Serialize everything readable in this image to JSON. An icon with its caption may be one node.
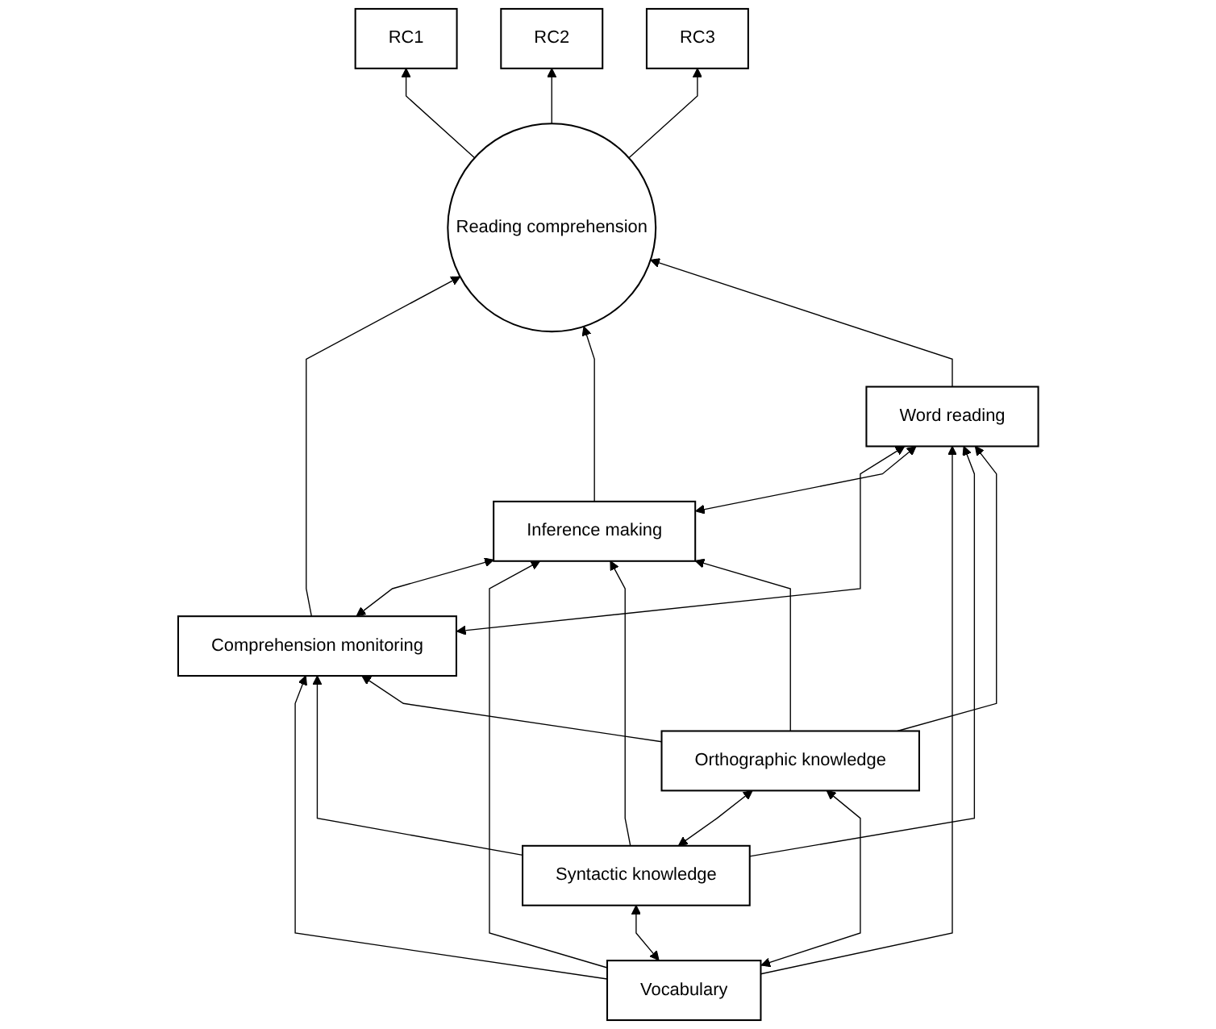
{
  "diagram": {
    "nodes": [
      {
        "text": [
          "RC1"
        ]
      },
      {
        "text": [
          "RC2"
        ]
      },
      {
        "text": [
          "RC3"
        ]
      },
      {
        "text": [
          "Reading comprehension"
        ]
      },
      {
        "text": [
          "Comprehension monitoring"
        ]
      },
      {
        "text": [
          "Inference making"
        ]
      },
      {
        "text": [
          "Word reading"
        ]
      },
      {
        "text": [
          "Vocabulary"
        ]
      },
      {
        "text": [
          "Syntactic knowledge"
        ]
      },
      {
        "text": [
          "Orthographic knowledge"
        ]
      }
    ],
    "edges": [
      {
        "from": 3,
        "to": 0,
        "arrow": "to"
      },
      {
        "from": 3,
        "to": 1,
        "arrow": "to"
      },
      {
        "from": 3,
        "to": 2,
        "arrow": "to"
      },
      {
        "from": 4,
        "to": 3,
        "arrow": "to"
      },
      {
        "from": 5,
        "to": 3,
        "arrow": "to"
      },
      {
        "from": 6,
        "to": 3,
        "arrow": "to"
      },
      {
        "from": 4,
        "to": 6,
        "arrow": "both"
      },
      {
        "from": 4,
        "to": 5,
        "arrow": "both"
      },
      {
        "from": 5,
        "to": 6,
        "arrow": "both"
      },
      {
        "from": 7,
        "to": 4,
        "arrow": "to"
      },
      {
        "from": 7,
        "to": 5,
        "arrow": "to"
      },
      {
        "from": 7,
        "to": 6,
        "arrow": "to"
      },
      {
        "from": 8,
        "to": 4,
        "arrow": "to"
      },
      {
        "from": 8,
        "to": 5,
        "arrow": "to"
      },
      {
        "from": 8,
        "to": 6,
        "arrow": "to"
      },
      {
        "from": 9,
        "to": 4,
        "arrow": "to"
      },
      {
        "from": 9,
        "to": 5,
        "arrow": "to"
      },
      {
        "from": 9,
        "to": 6,
        "arrow": "to"
      },
      {
        "from": 7,
        "to": 8,
        "arrow": "both"
      },
      {
        "from": 8,
        "to": 9,
        "arrow": "both"
      },
      {
        "from": 7,
        "to": 9,
        "arrow": "both"
      }
    ]
  }
}
